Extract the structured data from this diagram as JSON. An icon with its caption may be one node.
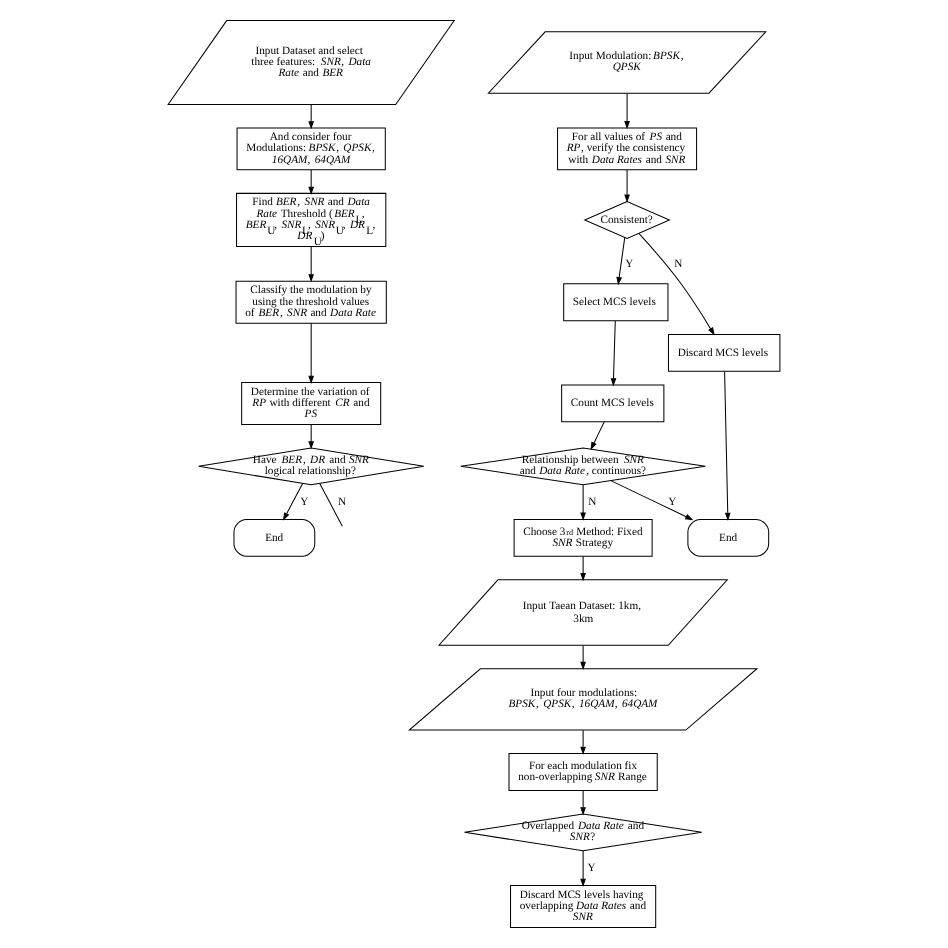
{
  "diagram": {
    "nodes": [
      {
        "text": [
          "Input Dataset and select three features: *SNR*, *Data Rate* and *BER*"
        ]
      },
      {
        "text": [
          "And consider four Modulations: *BPSK*, *QPSK*, *16QAM*, *64QAM*"
        ]
      },
      {
        "text": [
          "Find *BER*, *SNR* and *Data Rate* Threshold (*BER*$_{L}$, *BER*$_{U}$, *SNR*$_{L}$, *SNR*$_{U}$, *DR*$_{L}$, *DR*$_{U}$)"
        ]
      },
      {
        "text": [
          "Classify the modulation by using the threshold values of *BER*, *SNR* and *Data Rate*"
        ]
      },
      {
        "text": [
          "Determine the variation of *RP* with different *CR* and *PS*"
        ]
      },
      {
        "text": [
          "Have *BER*, *DR* and *SNR* logical relationship?"
        ]
      },
      {
        "text": [
          "End"
        ]
      },
      {
        "text": [
          "Input Modulation: *BPSK*, *QPSK*"
        ]
      },
      {
        "text": [
          "For all values of *PS* and *RP*, verify the consistency with *Data Rates* and *SNR*"
        ]
      },
      {
        "text": [
          "Consistent?"
        ]
      },
      {
        "text": [
          "Select MCS levels"
        ]
      },
      {
        "text": [
          "Discard MCS levels"
        ]
      },
      {
        "text": [
          "Count MCS levels"
        ]
      },
      {
        "text": [
          "Relationship between *SNR* and *Data Rate*, continuous?"
        ]
      },
      {
        "text": [
          "End"
        ]
      },
      {
        "text": [
          "Choose 3$^{rd}$ Method: Fixed *SNR* Strategy"
        ]
      },
      {
        "text": [
          "Input Taean Dataset: 1km, 3km"
        ]
      },
      {
        "text": [
          "Input four modulations: *BPSK*, *QPSK*, *16QAM*, *64QAM*"
        ]
      },
      {
        "text": [
          "For each modulation fix non-overlapping *SNR* Range"
        ]
      },
      {
        "text": [
          "Overlapped *Data Rate* and *SNR*?"
        ]
      },
      {
        "text": [
          "Discard MCS levels having overlapping *Data Rates* and *SNR*"
        ]
      }
    ],
    "edges": [
      {
        "from": 0,
        "to": 1,
        "arrow": "to"
      },
      {
        "from": 1,
        "to": 2,
        "arrow": "to"
      },
      {
        "from": 2,
        "to": 3,
        "arrow": "to"
      },
      {
        "from": 3,
        "to": 4,
        "arrow": "to"
      },
      {
        "from": 4,
        "to": 5,
        "arrow": "to"
      },
      {
        "from": 5,
        "to": 6,
        "arrow": "to",
        "label": "Y"
      },
      {
        "from": 5,
        "to": null,
        "arrow": "none",
        "label": "N"
      },
      {
        "from": 7,
        "to": 8,
        "arrow": "to"
      },
      {
        "from": 8,
        "to": 9,
        "arrow": "to"
      },
      {
        "from": 9,
        "to": 10,
        "arrow": "to",
        "label": "Y"
      },
      {
        "from": 9,
        "to": 11,
        "arrow": "to",
        "label": "N"
      },
      {
        "from": 10,
        "to": 12,
        "arrow": "to"
      },
      {
        "from": 12,
        "to": 13,
        "arrow": "to"
      },
      {
        "from": 13,
        "to": 14,
        "arrow": "to",
        "label": "Y"
      },
      {
        "from": 13,
        "to": 15,
        "arrow": "to",
        "label": "N"
      },
      {
        "from": 11,
        "to": 14,
        "arrow": "to"
      },
      {
        "from": 15,
        "to": 16,
        "arrow": "to"
      },
      {
        "from": 16,
        "to": 17,
        "arrow": "to"
      },
      {
        "from": 17,
        "to": 18,
        "arrow": "to"
      },
      {
        "from": 18,
        "to": 19,
        "arrow": "to"
      },
      {
        "from": 19,
        "to": 20,
        "arrow": "to",
        "label": "Y"
      }
    ]
  }
}
